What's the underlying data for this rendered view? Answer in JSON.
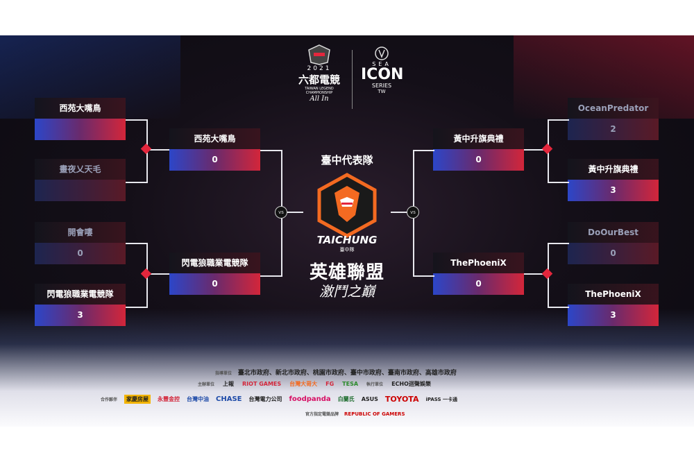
{
  "header": {
    "event_year": "2021",
    "event_name": "六都電競",
    "event_sub": "TAIWAN LEGEND CHAMPIONSHIP",
    "event_tag": "All In",
    "series_top": "SEA",
    "series_main": "ICON",
    "series_bottom": "SERIES",
    "series_region": "TW"
  },
  "center": {
    "title": "臺中代表隊",
    "team_logo_text": "TAICHUNG",
    "team_logo_sub": "臺中隊",
    "game_name": "英雄聯盟",
    "game_sub": "激鬥之巔",
    "vs_label": "vs"
  },
  "left": {
    "round1": [
      {
        "team": "西苑大嘴鳥",
        "score": ""
      },
      {
        "team": "畫夜乂天毛",
        "score": ""
      },
      {
        "team": "開會嘍",
        "score": "0"
      },
      {
        "team": "閃電狼職業電競隊",
        "score": "3"
      }
    ],
    "round2": [
      {
        "team": "西苑大嘴鳥",
        "score": "0"
      },
      {
        "team": "閃電狼職業電競隊",
        "score": "0"
      }
    ]
  },
  "right": {
    "round1": [
      {
        "team": "OceanPredator",
        "score": "2"
      },
      {
        "team": "黃中升旗典禮",
        "score": "3"
      },
      {
        "team": "DoOurBest",
        "score": "0"
      },
      {
        "team": "ThePhoeniX",
        "score": "3"
      }
    ],
    "round2": [
      {
        "team": "黃中升旗典禮",
        "score": "0"
      },
      {
        "team": "ThePhoeniX",
        "score": "0"
      }
    ]
  },
  "sponsors": {
    "row1_label": "指導單位",
    "row1_text": "臺北市政府、新北市政府、桃園市政府、臺中市政府、臺南市政府、高雄市政府",
    "row2_label": "主辦單位",
    "row2_items": [
      "上報",
      "RIOT GAMES",
      "台灣大哥大",
      "FG",
      "TESA"
    ],
    "row2_exec_label": "執行單位",
    "row2_exec": "ECHO迴聲娛樂",
    "row3_label": "合作夥伴",
    "row3_items": [
      "家慶房屋",
      "永豐金控",
      "台灣中油",
      "CHASE",
      "台灣電力公司",
      "foodpanda",
      "白蘭氏",
      "ASUS",
      "TOYOTA",
      "iPASS 一卡通"
    ],
    "row4_label": "官方指定電競品牌",
    "row4_brand": "REPUBLIC OF GAMERS"
  },
  "colors": {
    "accent_red": "#e3263c",
    "accent_blue": "#2c46c8",
    "tc_orange": "#f36a21"
  }
}
